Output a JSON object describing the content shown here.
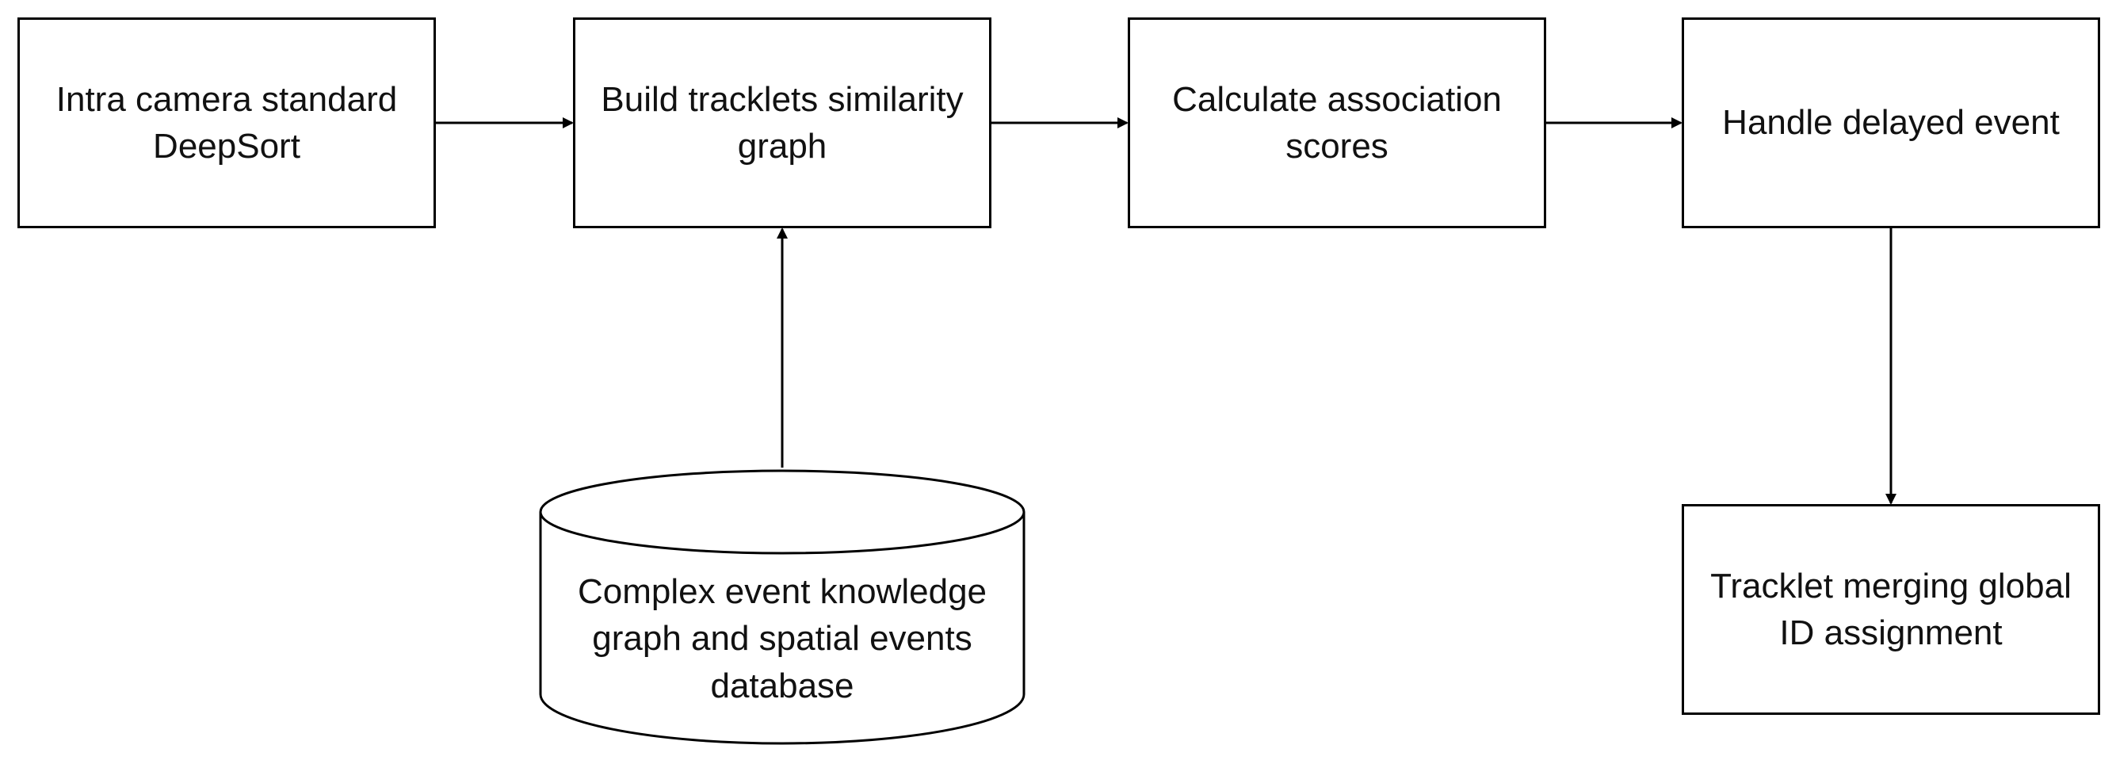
{
  "diagram": {
    "nodes": {
      "intra_camera": "Intra camera standard DeepSort",
      "build_graph": "Build tracklets similarity graph",
      "association_scores": "Calculate association scores",
      "delayed_event": "Handle delayed event",
      "tracklet_merging": "Tracklet merging global ID assignment",
      "knowledge_database": "Complex event knowledge graph and spatial events database"
    },
    "edges": [
      {
        "from": "intra_camera",
        "to": "build_graph"
      },
      {
        "from": "build_graph",
        "to": "association_scores"
      },
      {
        "from": "association_scores",
        "to": "delayed_event"
      },
      {
        "from": "delayed_event",
        "to": "tracklet_merging"
      },
      {
        "from": "knowledge_database",
        "to": "build_graph"
      }
    ],
    "colors": {
      "stroke": "#000000",
      "fill": "#ffffff",
      "text": "#111111"
    }
  }
}
